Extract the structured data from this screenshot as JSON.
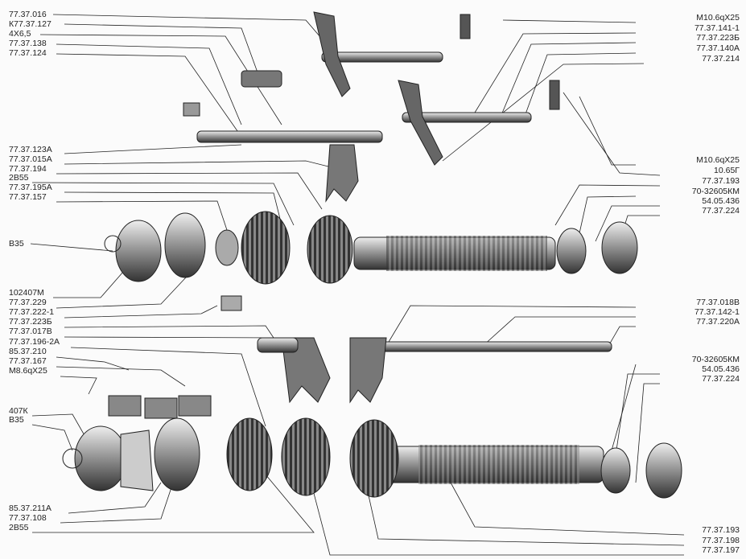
{
  "left_labels": [
    "77.37.016",
    "К77.37.127",
    "4Х6,5",
    "77.37.138",
    "77.37.124",
    "77.37.123А",
    "77.37.015А",
    "77.37.194",
    "2В55",
    "77.37.195А",
    "77.37.157",
    "В35",
    "102407М",
    "77.37.229",
    "77.37.222-1",
    "77.37.223Б",
    "77.37.017В",
    "77.37.196-2А",
    "85.37.210",
    "77.37.167",
    "М8.6qX25",
    "407К",
    "В35",
    "85.37.211А",
    "77.37.108",
    "2В55"
  ],
  "right_labels": [
    "M10.6qX25",
    "77.37.141-1",
    "77.37.223Б",
    "77.37.140А",
    "77.37.214",
    "M10.6qX25",
    "10.65Г",
    "77.37.193",
    "70-32605КМ",
    "54.05.436",
    "77.37.224",
    "77.37.018В",
    "77.37.142-1",
    "77.37.220А",
    "70-32605КМ",
    "54.05.436",
    "77.37.224",
    "77.37.193",
    "77.37.198",
    "77.37.197"
  ]
}
